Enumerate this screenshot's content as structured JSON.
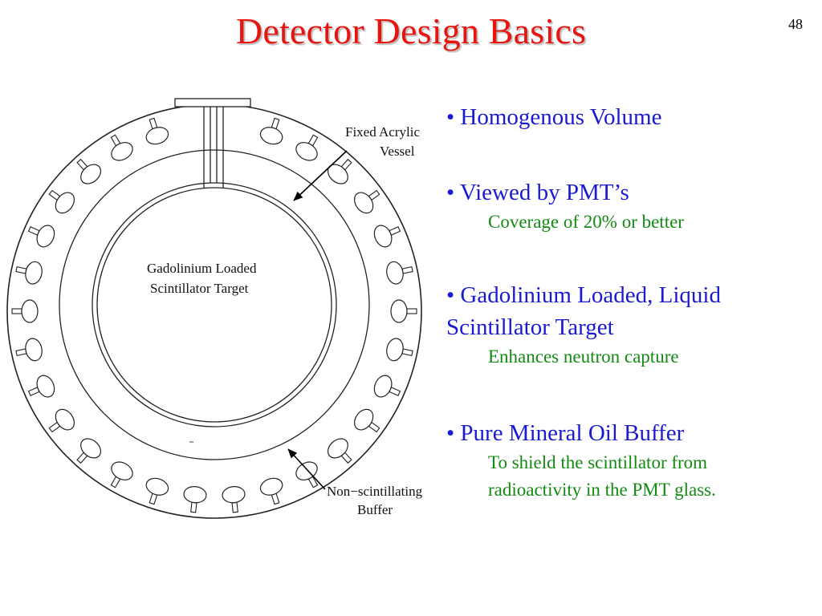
{
  "slide": {
    "title": "Detector Design Basics",
    "number": "48"
  },
  "diagram": {
    "label_vessel_line1": "Fixed Acrylic",
    "label_vessel_line2": "Vessel",
    "label_target_line1": "Gadolinium Loaded",
    "label_target_line2": "Scintillator Target",
    "label_buffer_line1": "Non−scintillating",
    "label_buffer_line2": "Buffer"
  },
  "bullets": [
    {
      "text": "• Homogenous Volume",
      "sub": []
    },
    {
      "text": "• Viewed by PMT’s",
      "sub": [
        "Coverage of 20% or better"
      ]
    },
    {
      "text": "• Gadolinium Loaded, Liquid Scintillator Target",
      "sub": [
        "Enhances neutron capture"
      ]
    },
    {
      "text": "• Pure Mineral Oil Buffer",
      "sub": [
        "To shield the scintillator from",
        "radioactivity in the PMT glass."
      ]
    }
  ],
  "colors": {
    "title": "#e8150f",
    "bullet": "#1a1ad2",
    "sub": "#138a13"
  }
}
